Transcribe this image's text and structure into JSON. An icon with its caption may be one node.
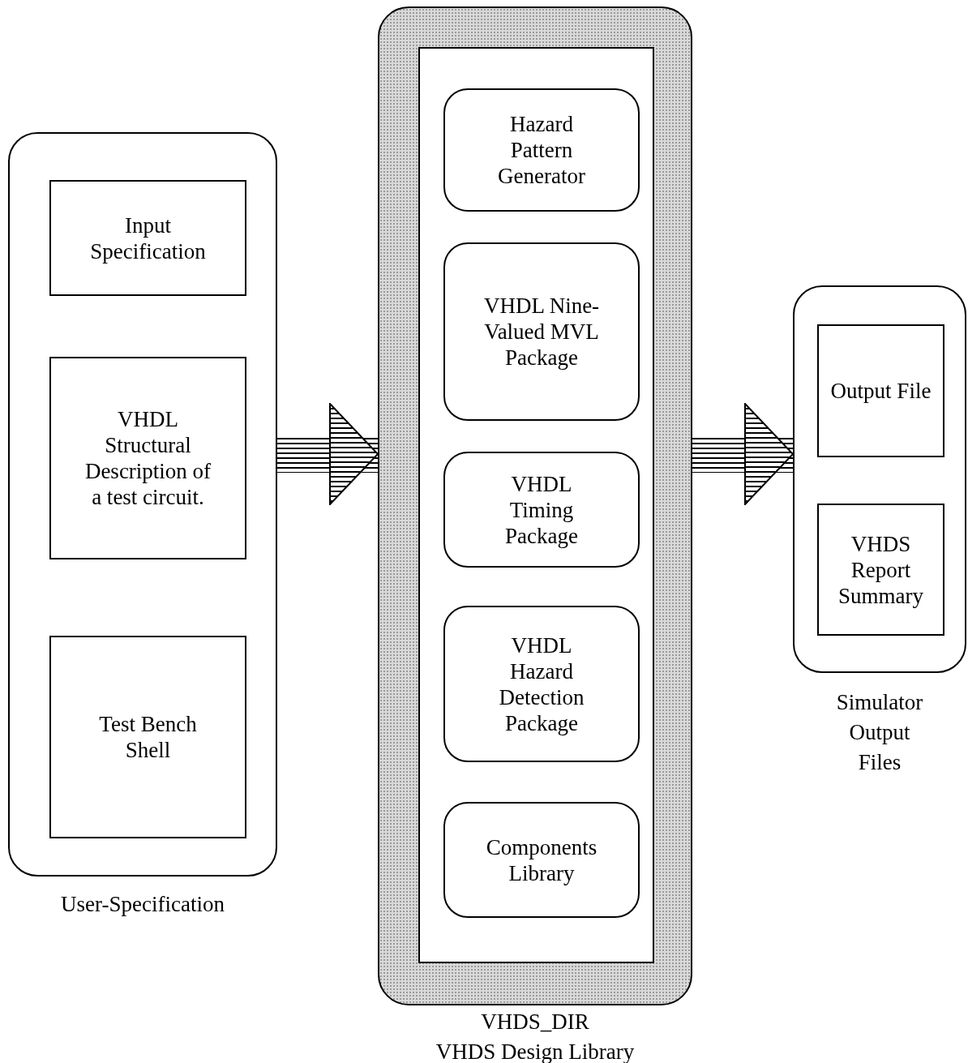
{
  "diagram": {
    "nodes": [
      {
        "text": [
          "User-Specification"
        ]
      },
      {
        "text": [
          "Input Specification"
        ],
        "in": 0
      },
      {
        "text": [
          "VHDL Structural Description of a test circuit."
        ],
        "in": 0
      },
      {
        "text": [
          "Test Bench Shell"
        ],
        "in": 0
      },
      {
        "text": [
          "VHDS_DIR",
          "VHDS Design Library"
        ]
      },
      {
        "text": [],
        "shape": "box",
        "in": 4
      },
      {
        "text": [
          "Hazard Pattern Generator"
        ],
        "in": 5
      },
      {
        "text": [
          "VHDL Nine-Valued MVL Package"
        ],
        "in": 5
      },
      {
        "text": [
          "VHDL Timing Package"
        ],
        "in": 5
      },
      {
        "text": [
          "VHDL Hazard Detection Package"
        ],
        "in": 5
      },
      {
        "text": [
          "Components Library"
        ],
        "in": 5
      },
      {
        "text": [
          "Simulator Output Files"
        ]
      },
      {
        "text": [
          "Output File"
        ],
        "in": 11
      },
      {
        "text": [
          "VHDS Report Summary"
        ],
        "in": 11
      }
    ],
    "edges": [
      {
        "from": 0,
        "to": 4,
        "arrow": "to",
        "style": "thick"
      },
      {
        "from": 4,
        "to": 11,
        "arrow": "to",
        "style": "thick"
      }
    ]
  }
}
